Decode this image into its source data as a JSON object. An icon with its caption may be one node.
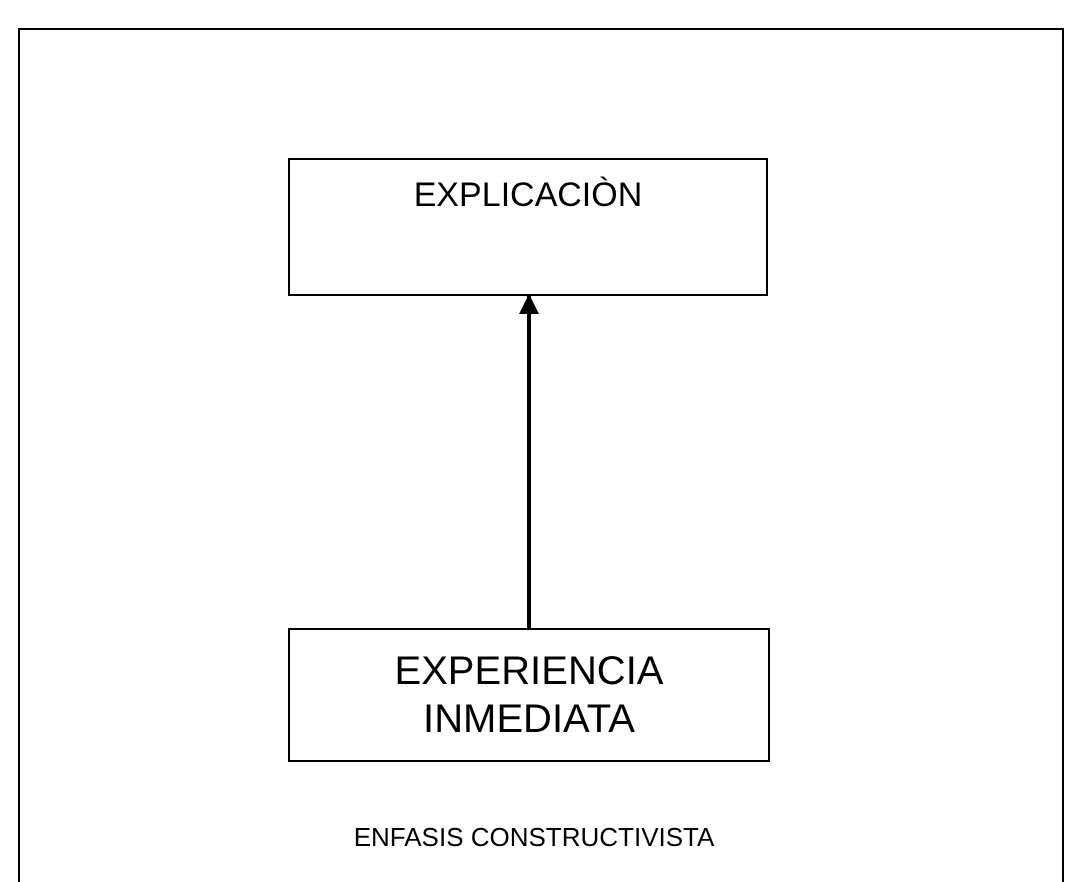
{
  "diagram": {
    "caption": "ENFASIS CONSTRUCTIVISTA",
    "nodes": [
      {
        "text": [
          "EXPLICACIÒN"
        ]
      },
      {
        "text": [
          "EXPERIENCIA INMEDIATA"
        ]
      }
    ],
    "edges": [
      {
        "from": 1,
        "to": 0,
        "arrow": "to"
      }
    ]
  }
}
